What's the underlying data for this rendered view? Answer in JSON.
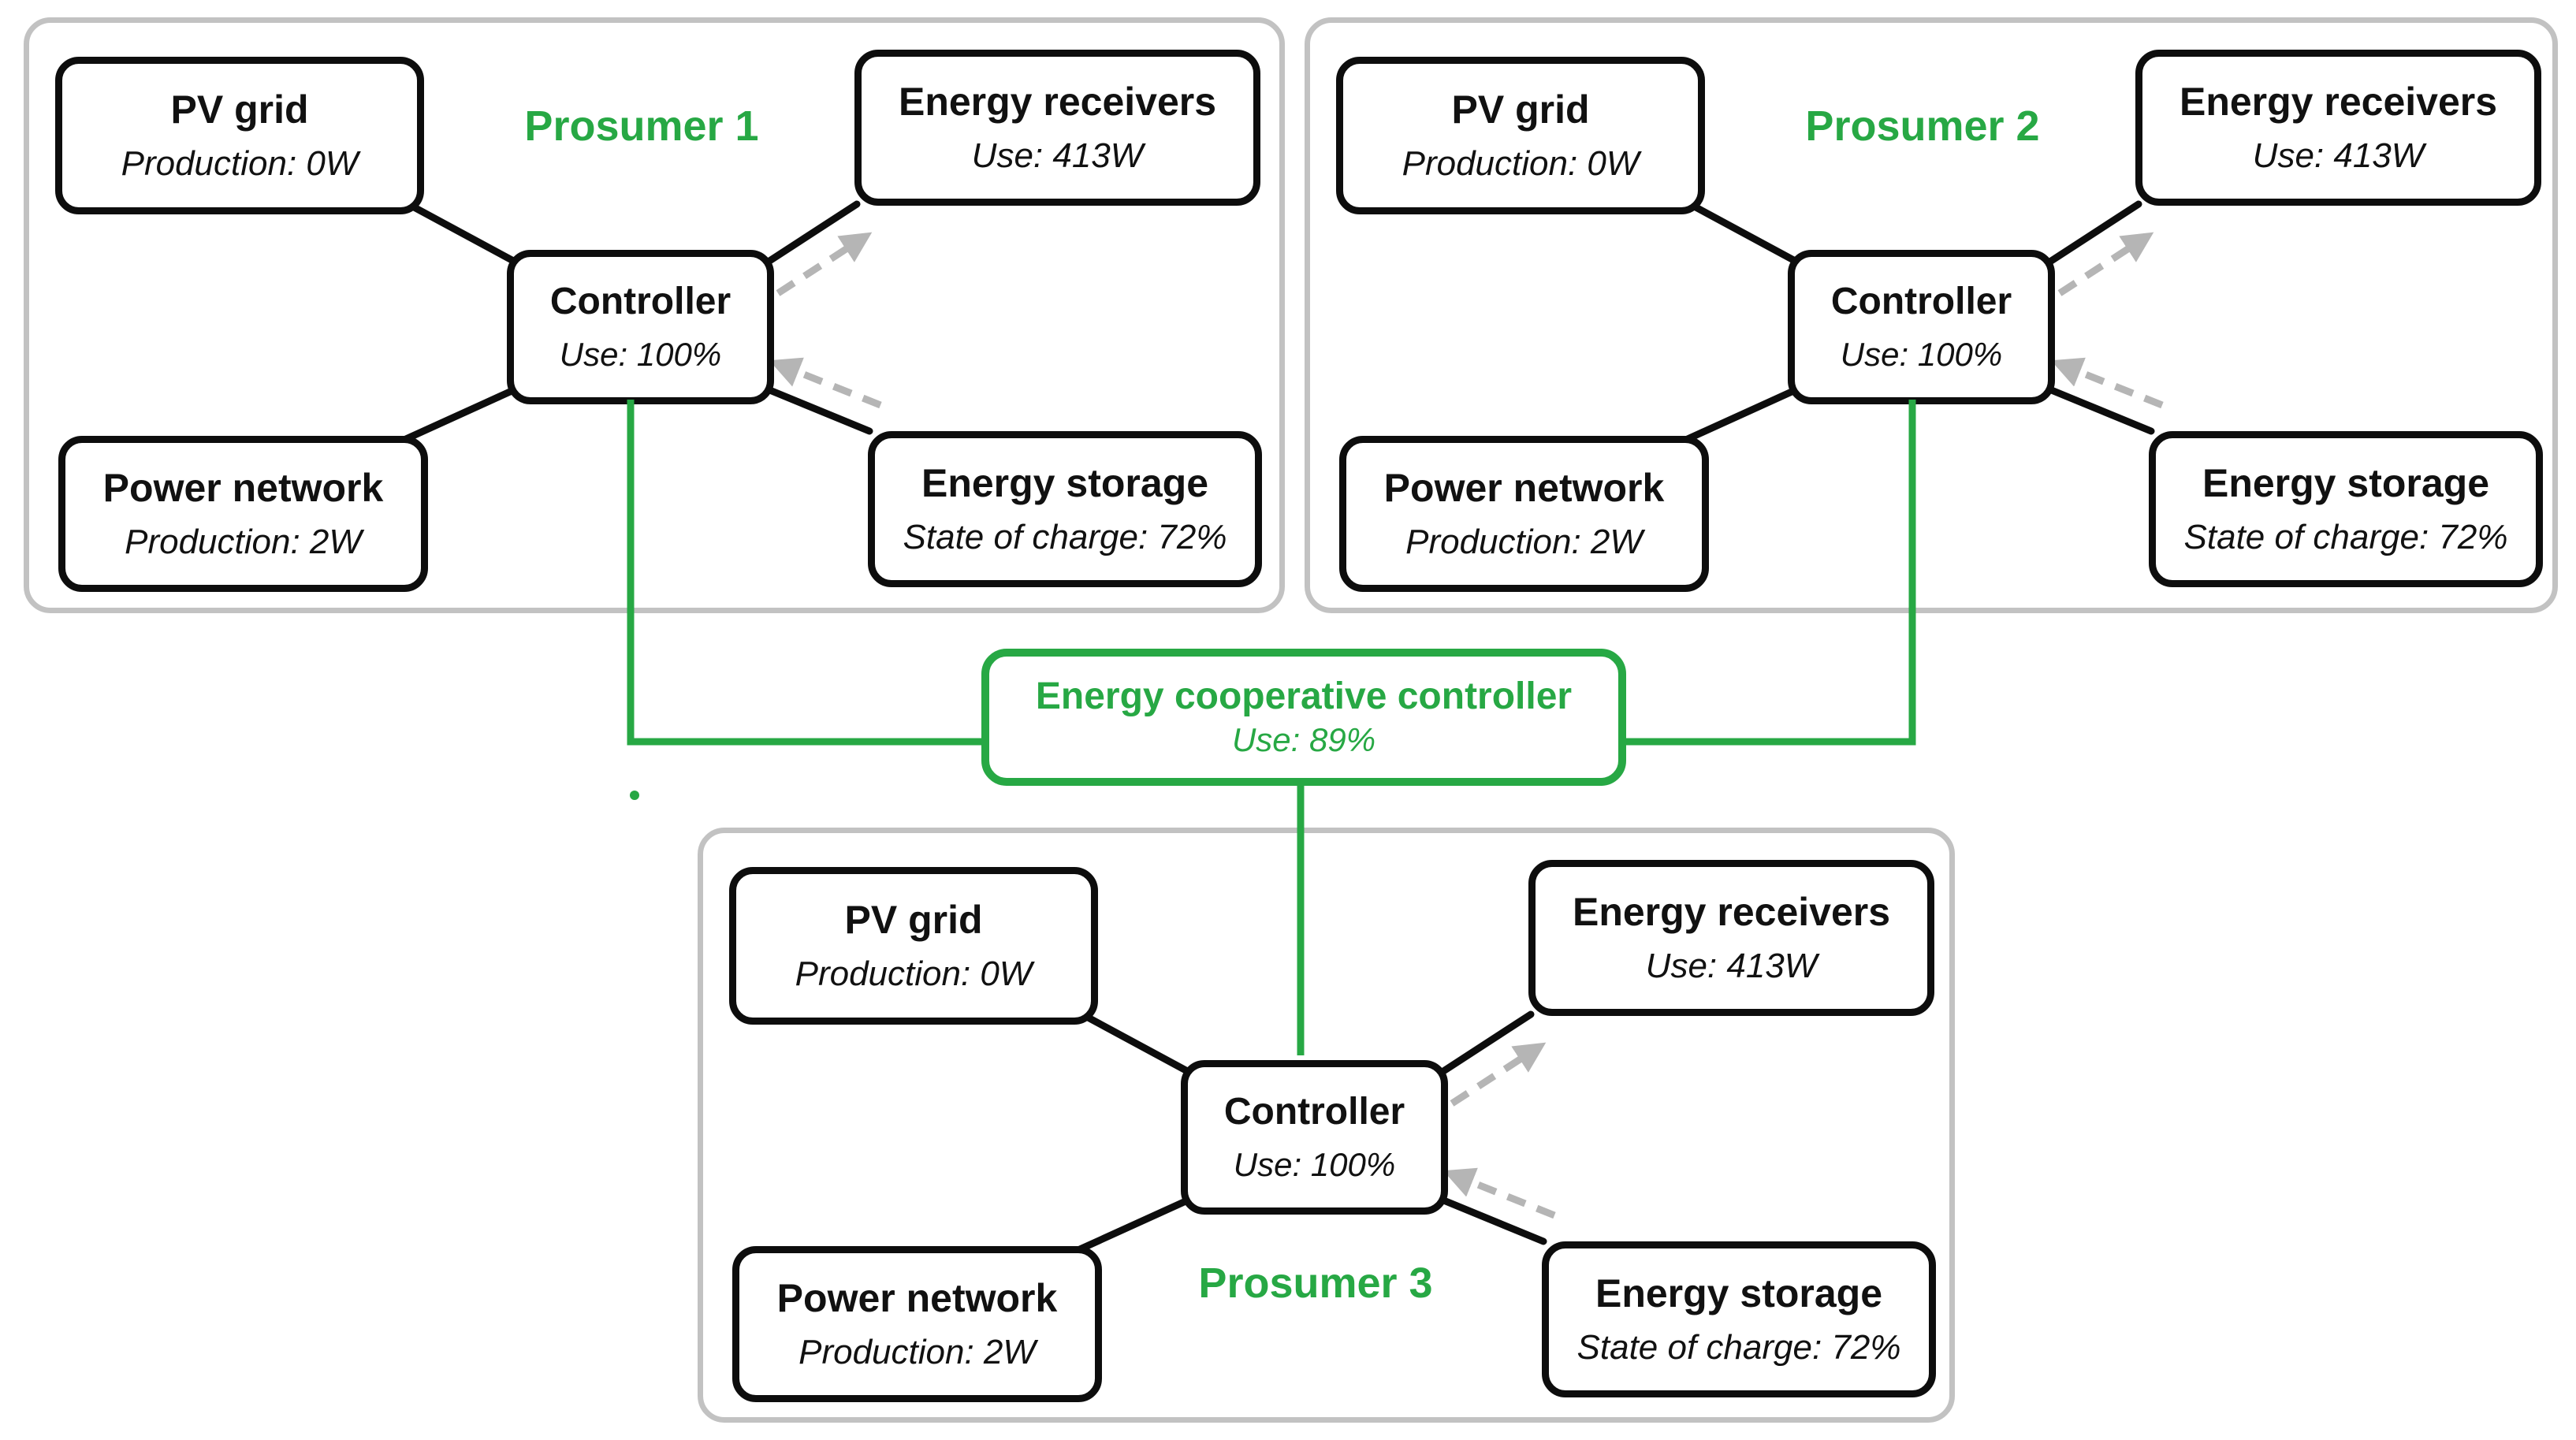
{
  "colors": {
    "accent_green": "#27a844",
    "panel_border": "#c2c2c2",
    "node_border": "#0d0d0d",
    "dashed_arrow": "#b5b5b5",
    "background": "#ffffff"
  },
  "prosumers": [
    {
      "label": "Prosumer 1",
      "pv": {
        "title": "PV grid",
        "subtitle": "Production: 0W"
      },
      "receivers": {
        "title": "Energy receivers",
        "subtitle": "Use: 413W"
      },
      "controller": {
        "title": "Controller",
        "subtitle": "Use: 100%"
      },
      "network": {
        "title": "Power network",
        "subtitle": "Production: 2W"
      },
      "storage": {
        "title": "Energy storage",
        "subtitle": "State of charge: 72%"
      }
    },
    {
      "label": "Prosumer 2",
      "pv": {
        "title": "PV grid",
        "subtitle": "Production: 0W"
      },
      "receivers": {
        "title": "Energy receivers",
        "subtitle": "Use: 413W"
      },
      "controller": {
        "title": "Controller",
        "subtitle": "Use: 100%"
      },
      "network": {
        "title": "Power network",
        "subtitle": "Production: 2W"
      },
      "storage": {
        "title": "Energy storage",
        "subtitle": "State of charge: 72%"
      }
    },
    {
      "label": "Prosumer 3",
      "pv": {
        "title": "PV grid",
        "subtitle": "Production: 0W"
      },
      "receivers": {
        "title": "Energy receivers",
        "subtitle": "Use: 413W"
      },
      "controller": {
        "title": "Controller",
        "subtitle": "Use: 100%"
      },
      "network": {
        "title": "Power network",
        "subtitle": "Production: 2W"
      },
      "storage": {
        "title": "Energy storage",
        "subtitle": "State of charge: 72%"
      }
    }
  ],
  "cooperative": {
    "title": "Energy cooperative controller",
    "subtitle": "Use: 89%"
  }
}
